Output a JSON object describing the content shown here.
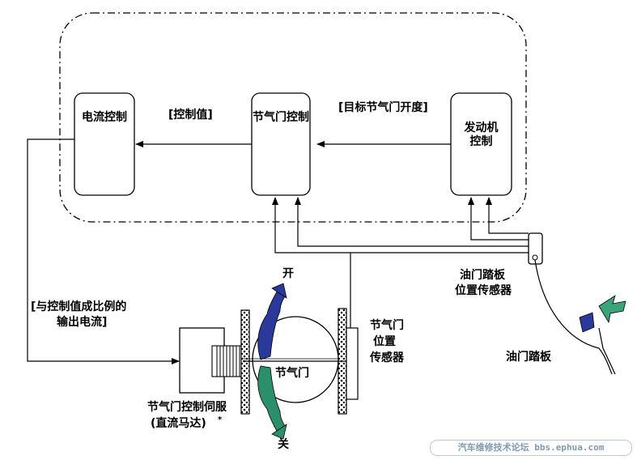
{
  "labels": {
    "current_control": "电流控制",
    "throttle_control": "节气门控制",
    "engine_control_line1": "发动机",
    "engine_control_line2": "控制",
    "control_value": "[控制值]",
    "target_throttle_opening": "[目标节气门开度]",
    "pedal_sensor_line1": "油门踏板",
    "pedal_sensor_line2": "位置传感器",
    "proportional_output_line1": "[与控制值成比例的",
    "proportional_output_line2": "输出电流]",
    "open": "开",
    "close": "关",
    "throttle": "节气门",
    "throttle_sensor_line1": "节气门",
    "throttle_sensor_line2": "位置",
    "throttle_sensor_line3": "传感器",
    "accelerator_pedal": "油门踏板",
    "servo_line1": "节气门控制伺服",
    "servo_line2": "(直流马达)",
    "servo_mark": "*"
  },
  "watermark": "汽车维修技术论坛 bbs.ephua.com",
  "colors": {
    "open_arrow": "#2b3a9a",
    "close_arrow": "#2a8f6a",
    "pedal_green": "#3aa57a",
    "pedal_blue": "#2b3a9a",
    "watermark": "#7f9aae"
  }
}
